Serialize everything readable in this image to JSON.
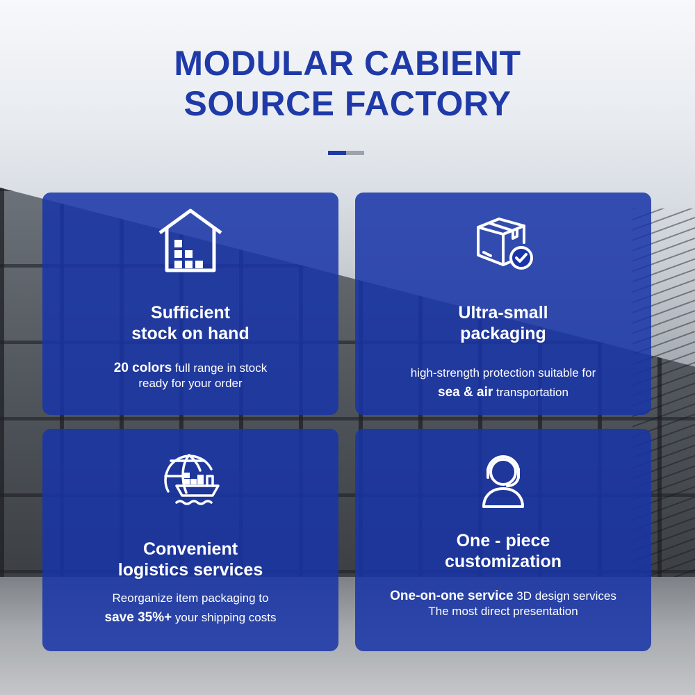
{
  "title": {
    "line1": "MODULAR CABIENT",
    "line2": "SOURCE FACTORY"
  },
  "colors": {
    "accent": "#1f3aa8",
    "card": "#1834a8",
    "bar_secondary": "#9aa3ae"
  },
  "cards": [
    {
      "icon": "warehouse-icon",
      "heading_line1": "Sufficient",
      "heading_line2": "stock on hand",
      "desc_bold": "20 colors",
      "desc_rest": " full range in stock",
      "desc_line2": "ready for  your order"
    },
    {
      "icon": "package-check-icon",
      "heading_line1": "Ultra-small",
      "heading_line2": "packaging",
      "desc_line1": "high-strength protection suitable for",
      "desc_bold": "sea & air",
      "desc_rest": " transportation"
    },
    {
      "icon": "globe-ship-icon",
      "heading_line1": "Convenient",
      "heading_line2": "logistics services",
      "desc_line1": "Reorganize item packaging to",
      "desc_bold": "save 35%+",
      "desc_rest": " your shipping costs"
    },
    {
      "icon": "customer-service-icon",
      "heading_line1": "One - piece",
      "heading_line2": "customization",
      "desc_bold": "One-on-one service",
      "desc_rest": " 3D design services",
      "desc_line2": "The most direct presentation"
    }
  ]
}
